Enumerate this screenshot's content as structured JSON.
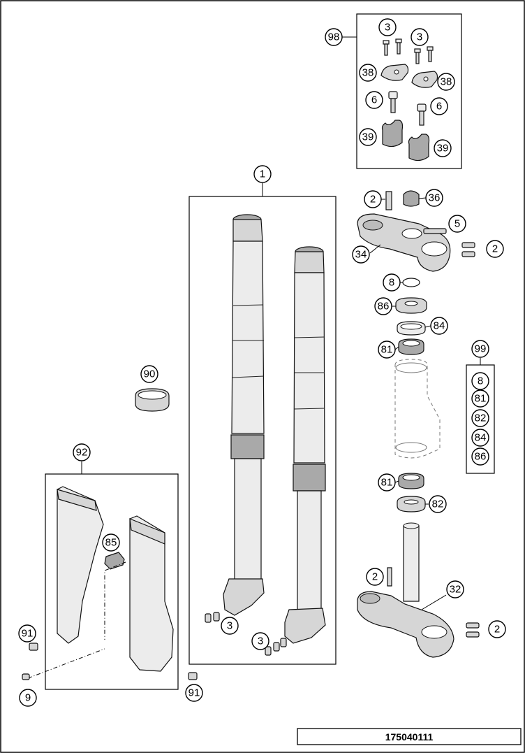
{
  "diagram_id": "175040111",
  "callouts": {
    "c98": "98",
    "c3a": "3",
    "c3b": "3",
    "c38a": "38",
    "c38b": "38",
    "c6a": "6",
    "c6b": "6",
    "c39a": "39",
    "c39b": "39",
    "c1": "1",
    "c2a": "2",
    "c36": "36",
    "c5": "5",
    "c34": "34",
    "c2b": "2",
    "c8": "8",
    "c86": "86",
    "c84": "84",
    "c81a": "81",
    "c99": "99",
    "k8": "8",
    "k81": "81",
    "k82": "82",
    "k84": "84",
    "k86": "86",
    "c90": "90",
    "c92": "92",
    "c85": "85",
    "c81b": "81",
    "c82": "82",
    "c2c": "2",
    "c32": "32",
    "c2d": "2",
    "c3c": "3",
    "c3d": "3",
    "c91a": "91",
    "c91b": "91",
    "c9": "9"
  }
}
